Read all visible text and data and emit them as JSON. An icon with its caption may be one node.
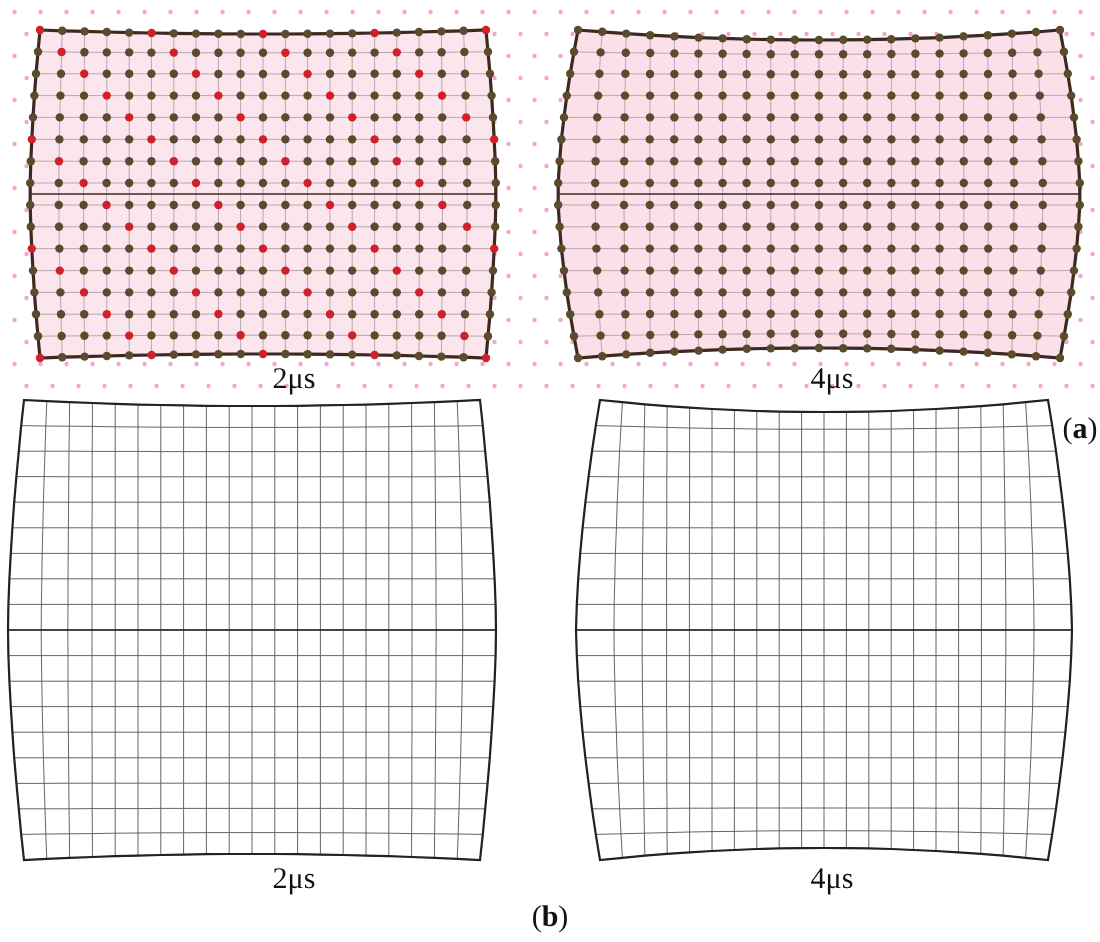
{
  "diagram": {
    "labels": [
      "2μs",
      "4μs",
      "(**a**)",
      "2μs",
      "4μs",
      "(**b**)"
    ]
  }
}
